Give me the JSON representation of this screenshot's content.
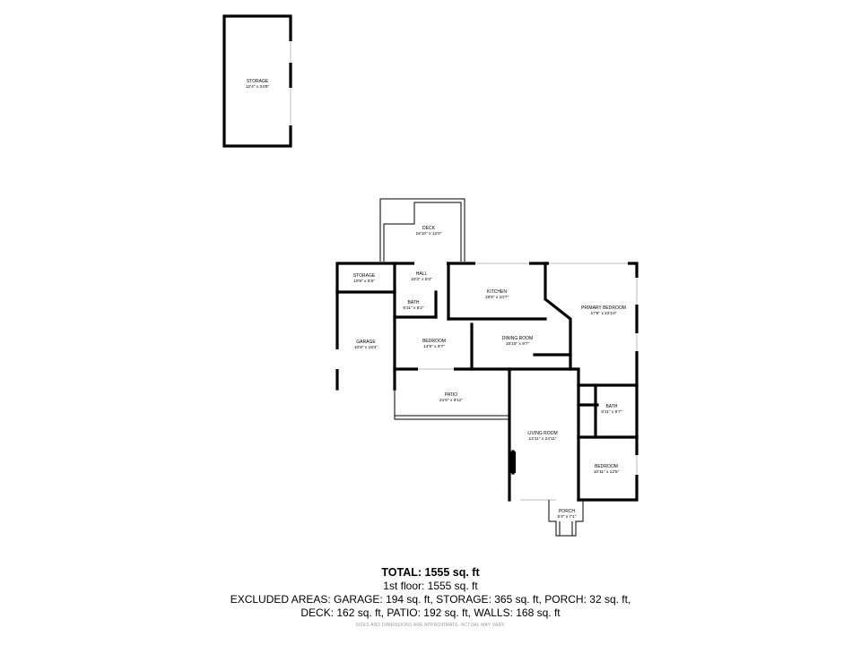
{
  "rooms": {
    "storage_detached": {
      "name": "STORAGE",
      "dim": "12'4\" x 24'8\""
    },
    "deck": {
      "name": "DECK",
      "dim": "16'10\" x 12'0\""
    },
    "storage": {
      "name": "STORAGE",
      "dim": "10'9\" x 5'5\""
    },
    "hall": {
      "name": "HALL",
      "dim": "10'3\" x 5'0\""
    },
    "kitchen": {
      "name": "KITCHEN",
      "dim": "19'5\" x 10'7\""
    },
    "primary_bedroom": {
      "name": "PRIMARY BEDROOM",
      "dim": "17'6\" x 22'10\""
    },
    "bath1": {
      "name": "BATH",
      "dim": "6'11\" x 5'2\""
    },
    "garage": {
      "name": "GARAGE",
      "dim": "10'9\" x 18'4\""
    },
    "bedroom1": {
      "name": "BEDROOM",
      "dim": "14'9\" x 9'7\""
    },
    "dining_room": {
      "name": "DINING ROOM",
      "dim": "15'10\" x 9'7\""
    },
    "patio": {
      "name": "PATIO",
      "dim": "21'6\" x 9'11\""
    },
    "bath2": {
      "name": "BATH",
      "dim": "6'11\" x 9'7\""
    },
    "living_room": {
      "name": "LIVING ROOM",
      "dim": "12'11\" x 24'11\""
    },
    "bedroom2": {
      "name": "BEDROOM",
      "dim": "10'11\" x 12'5\""
    },
    "porch": {
      "name": "PORCH",
      "dim": "5'4\" x 7'1\""
    }
  },
  "summary": {
    "total": "TOTAL: 1555 sq. ft",
    "floor": "1st floor: 1555 sq. ft",
    "excluded_line1": "EXCLUDED AREAS: GARAGE: 194 sq. ft, STORAGE: 365 sq. ft, PORCH: 32 sq. ft,",
    "excluded_line2": "DECK: 162 sq. ft, PATIO: 192 sq. ft, WALLS: 168 sq. ft",
    "disclaimer": "SIZES AND DIMENSIONS ARE APPROXIMATE, ACTUAL MAY VARY."
  }
}
